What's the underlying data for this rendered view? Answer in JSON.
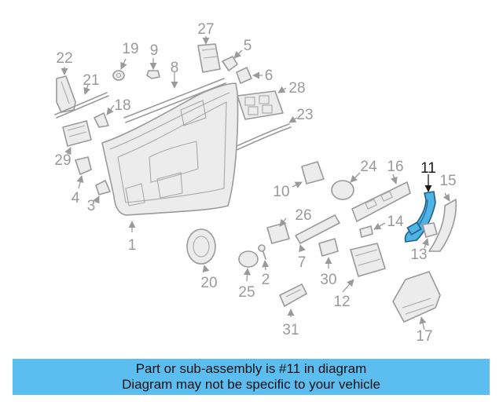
{
  "diagram": {
    "highlighted_part": "11",
    "callouts": [
      "22",
      "21",
      "19",
      "9",
      "27",
      "5",
      "8",
      "6",
      "28",
      "18",
      "23",
      "29",
      "24",
      "16",
      "11",
      "15",
      "4",
      "3",
      "10",
      "26",
      "14",
      "1",
      "13",
      "2",
      "7",
      "30",
      "20",
      "25",
      "12",
      "31",
      "17"
    ]
  },
  "banner": {
    "line1": "Part or sub-assembly is #11 in diagram",
    "line2": "Diagram may not be specific to your vehicle"
  },
  "colors": {
    "banner_bg": "#5bbdf0",
    "highlight_fill": "#4fb3e6",
    "line_art": "#9a9a9a"
  }
}
